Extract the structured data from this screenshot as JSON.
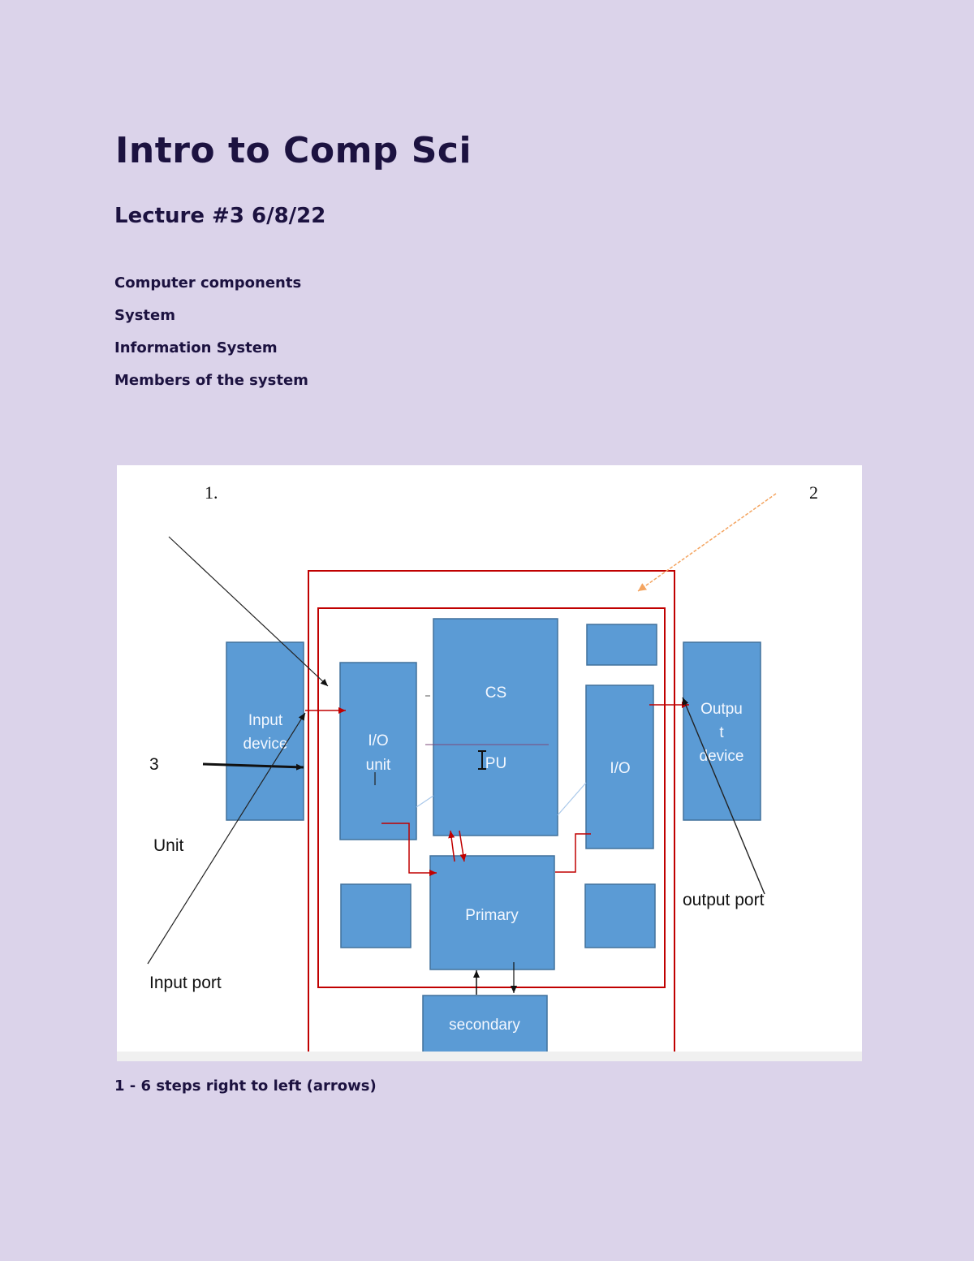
{
  "header": {
    "title": "Intro to Comp Sci",
    "subtitle": "Lecture #3 6/8/22"
  },
  "topics": [
    "Computer components",
    "System",
    "Information System",
    "Members of the system"
  ],
  "diagram": {
    "markers": {
      "one": "1.",
      "two": "2",
      "three": "3"
    },
    "labels": {
      "unit": "Unit",
      "input_port": "Input port",
      "output_port": "output port"
    },
    "boxes": {
      "input_device": [
        "Input",
        "device"
      ],
      "io_unit": [
        "I/O",
        "unit"
      ],
      "cs": "CS",
      "pu": "PU",
      "io": "I/O",
      "output_device": [
        "Outpu",
        "t",
        "device"
      ],
      "primary": "Primary",
      "secondary": "secondary"
    },
    "colors": {
      "box_fill": "#5b9bd5",
      "box_stroke": "#41719c",
      "outline_red": "#c00000",
      "arrow_orange": "#f4a460"
    }
  },
  "caption": "1 - 6 steps right to left (arrows)"
}
